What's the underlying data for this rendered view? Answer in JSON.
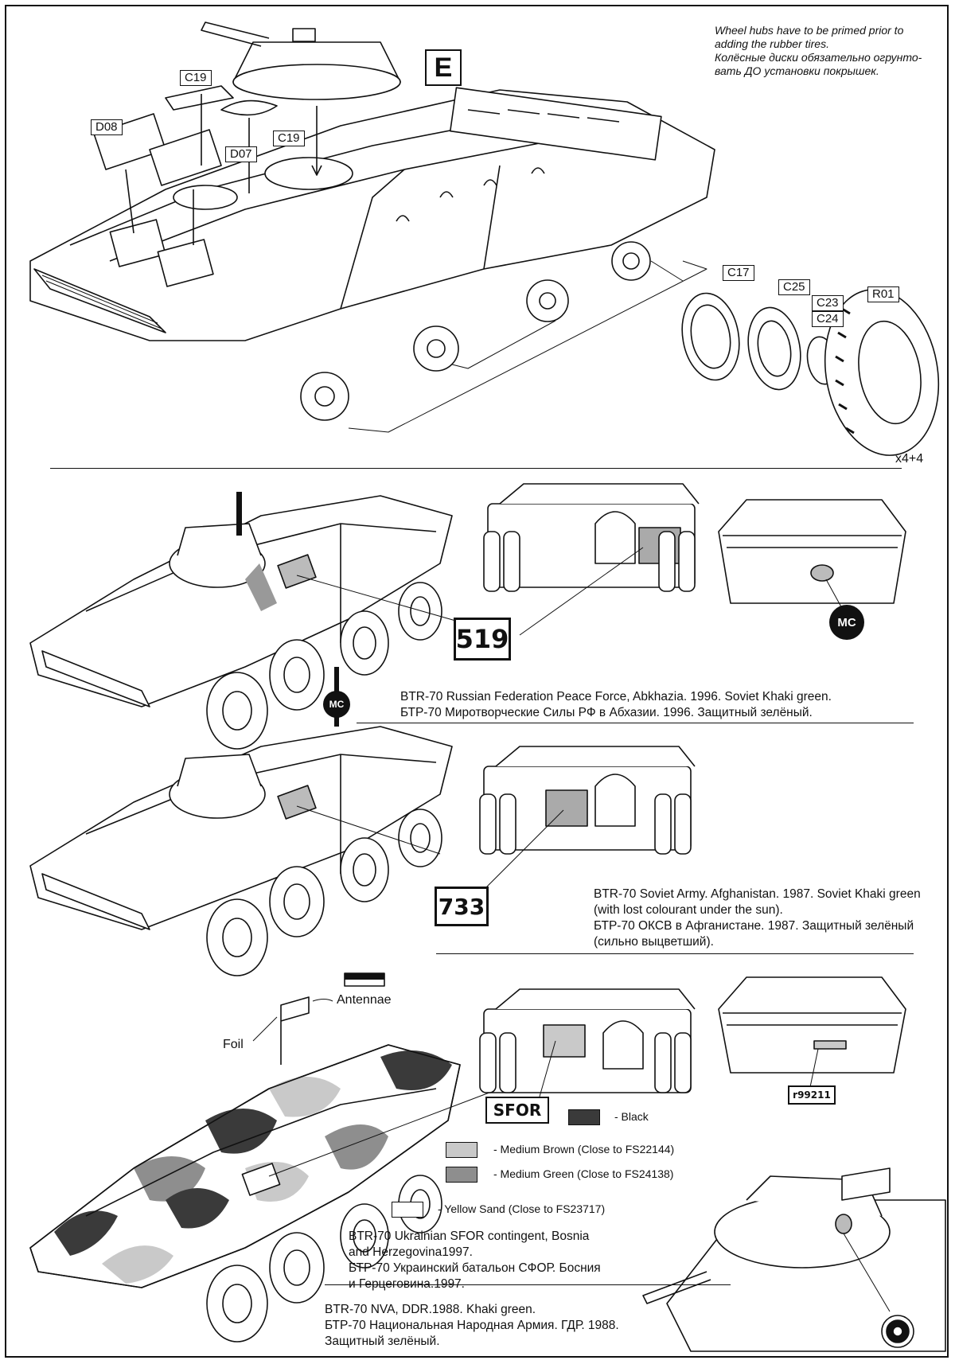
{
  "step": "E",
  "parts": {
    "c19_top": "C19",
    "c19_side": "C19",
    "d08": "D08",
    "d07": "D07",
    "c17": "C17",
    "c25": "C25",
    "c23": "C23",
    "c24": "C24",
    "r01": "R01",
    "wheel_qty": "x4+4"
  },
  "notes": {
    "line1": "Wheel hubs have to be primed prior to",
    "line2": "adding the rubber tires.",
    "line3": "Колёсные диски обязательно огрунто-",
    "line4": "вать ДО установки покрышек."
  },
  "scheme1": {
    "plate": "519",
    "emblem": "MC",
    "emblem_side": "MC",
    "caption_en": "BTR-70 Russian Federation Peace Force, Abkhazia. 1996. Soviet Khaki green.",
    "caption_ru": "БТР-70 Миротворческие Силы РФ в Абхазии. 1996. Защитный зелёный."
  },
  "scheme2": {
    "plate": "733",
    "caption_line1": "BTR-70 Soviet Army. Afghanistan. 1987. Soviet Khaki green",
    "caption_line2": "(with lost colourant under the sun).",
    "caption_line3": "БТР-70 ОКСВ в Афганистане. 1987. Защитный зелёный",
    "caption_line4": "(сильно выцветший)."
  },
  "scheme3": {
    "plate": "SFOR",
    "rear_plate": "r99211",
    "antennae": "Antennae",
    "foil": "Foil",
    "caption_line1": "BTR-70 Ukrainian SFOR contingent, Bosnia",
    "caption_line2": "and Herzegovina1997.",
    "caption_line3": "БТР-70 Украинский батальон СФОР. Босния",
    "caption_line4": "и Герцеговина.1997."
  },
  "legend": {
    "black": "- Black",
    "brown": "- Medium Brown (Close to FS22144)",
    "green": "- Medium Green (Close to FS24138)",
    "sand": "- Yellow Sand (Close to FS23717)"
  },
  "colors": {
    "black": "#3a3a3a",
    "brown": "#c9c9c9",
    "green": "#8e8e8e",
    "sand": "#ffffff"
  },
  "scheme4": {
    "caption_line1": "BTR-70 NVA, DDR.1988. Khaki green.",
    "caption_line2": "БТР-70 Национальная Народная Армия. ГДР. 1988.",
    "caption_line3": "Защитный зелёный."
  }
}
